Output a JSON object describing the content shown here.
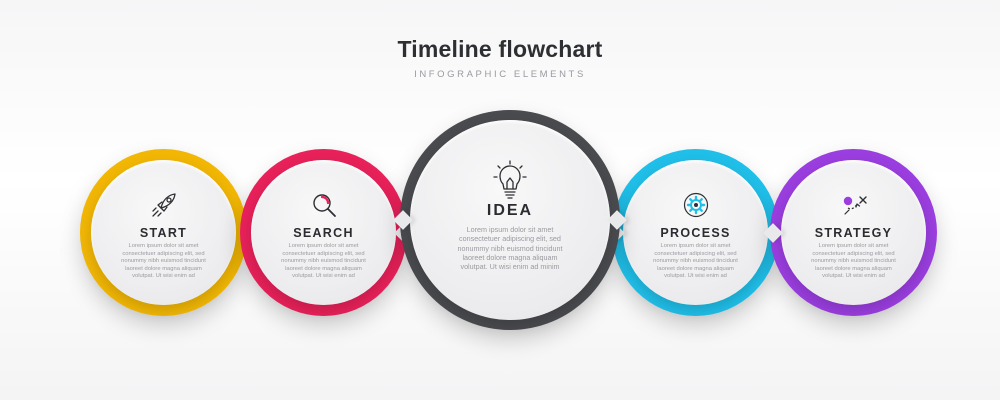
{
  "header": {
    "title": "Timeline flowchart",
    "subtitle": "INFOGRAPHIC ELEMENTS"
  },
  "steps": [
    {
      "title": "START",
      "color": "#f2b705",
      "icon": "rocket-icon",
      "text": [
        "Lorem ipsum dolor sit amet",
        "consectetuer adipiscing elit, sed",
        "nonummy nibh euismod tincidunt",
        "laoreet dolore magna aliquam",
        "volutpat. Ut wisi enim ad"
      ]
    },
    {
      "title": "SEARCH",
      "color": "#e8215a",
      "icon": "magnifier-icon",
      "text": [
        "Lorem ipsum dolor sit amet",
        "consectetuer adipiscing elit, sed",
        "nonummy nibh euismod tincidunt",
        "laoreet dolore magna aliquam",
        "volutpat. Ut wisi enim ad"
      ]
    },
    {
      "title": "IDEA",
      "color": "#4a4b4f",
      "icon": "lightbulb-icon",
      "text": [
        "Lorem ipsum dolor sit amet",
        "consectetuer adipiscing elit, sed",
        "nonummy nibh euismod tincidunt",
        "laoreet dolore magna aliquam",
        "volutpat. Ut wisi enim ad minim"
      ]
    },
    {
      "title": "PROCESS",
      "color": "#20bfe9",
      "icon": "gear-icon",
      "text": [
        "Lorem ipsum dolor sit amet",
        "consectetuer adipiscing elit, sed",
        "nonummy nibh euismod tincidunt",
        "laoreet dolore magna aliquam",
        "volutpat. Ut wisi enim ad"
      ]
    },
    {
      "title": "STRATEGY",
      "color": "#9b3ee0",
      "icon": "strategy-icon",
      "text": [
        "Lorem ipsum dolor sit amet",
        "consectetuer adipiscing elit, sed",
        "nonummy nibh euismod tincidunt",
        "laoreet dolore magna aliquam",
        "volutpat. Ut wisi enim ad"
      ]
    }
  ]
}
